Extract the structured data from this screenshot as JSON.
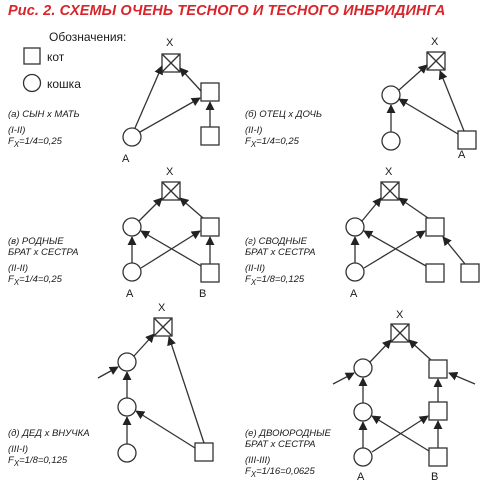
{
  "title": "Рис. 2. СХЕМЫ ОЧЕНЬ ТЕСНОГО И ТЕСНОГО ИНБРИДИНГА",
  "legend": {
    "title": "Обозначения:",
    "male_label": "кот",
    "female_label": "кошка"
  },
  "colors": {
    "title": "#d8242a",
    "stroke": "#333333"
  },
  "panels": {
    "a": {
      "title": "(а) СЫН х МАТЬ",
      "generation": "(I-II)",
      "fx_value": "=1/4=0,25",
      "x_label": "X",
      "label_a": "A"
    },
    "b": {
      "title": "(б) ОТЕЦ х ДОЧЬ",
      "generation": "(II-I)",
      "fx_value": "=1/4=0,25",
      "x_label": "X",
      "label_a": "A"
    },
    "c": {
      "title_lines": [
        "(в) РОДНЫЕ",
        "БРАТ х СЕСТРА"
      ],
      "generation": "(II-II)",
      "fx_value": "=1/4=0,25",
      "x_label": "X",
      "label_a": "A",
      "label_b": "B"
    },
    "d": {
      "title_lines": [
        "(г) СВОДНЫЕ",
        "БРАТ х СЕСТРА"
      ],
      "generation": "(II-II)",
      "fx_value": "=1/8=0,125",
      "x_label": "X",
      "label_a": "A"
    },
    "e": {
      "title": "(д) ДЕД х ВНУЧКА",
      "generation": "(III-I)",
      "fx_value": "=1/8=0,125",
      "x_label": "X"
    },
    "f": {
      "title_lines": [
        "(е) ДВОЮРОДНЫЕ",
        "БРАТ х СЕСТРА"
      ],
      "generation": "(III-III)",
      "fx_value": "=1/16=0,0625",
      "x_label": "X",
      "label_a": "A",
      "label_b": "B"
    }
  }
}
